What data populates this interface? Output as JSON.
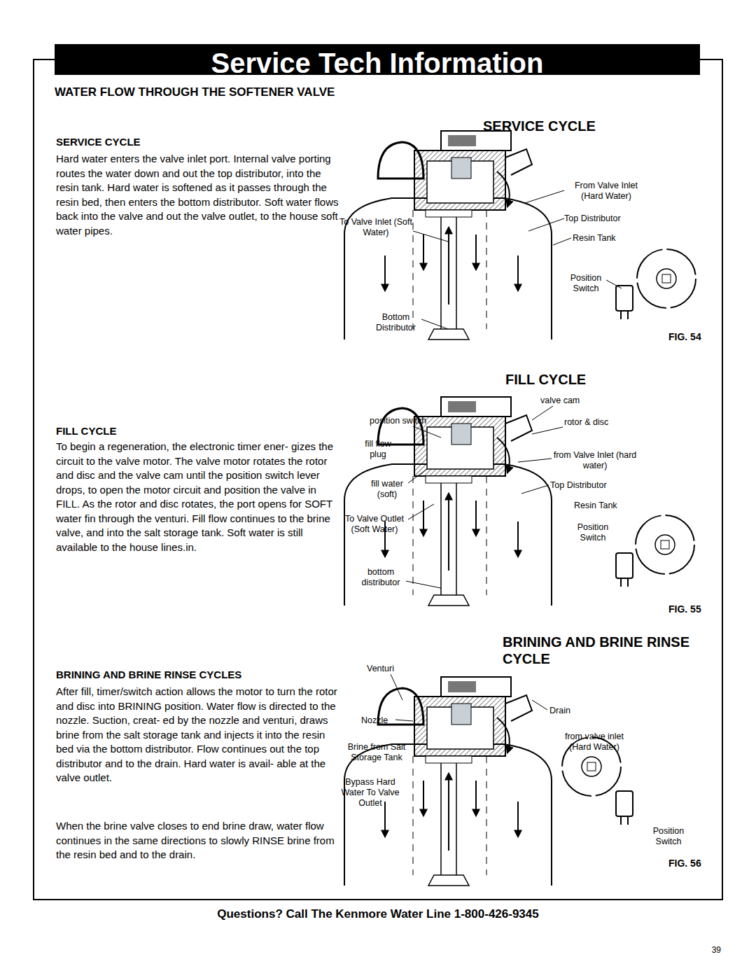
{
  "diagram": {
    "title": "Service Tech Information",
    "labels": [
      "WATER FLOW THROUGH THE SOFTENER VALVE",
      "SERVICE CYCLE",
      "Hard water enters the valve inlet port. Internal valve porting routes the water down and out the top distributor, into the resin tank. Hard water is softened as it passes through the resin bed, then enters the bottom distributor. Soft water flows back into the valve and out the valve outlet, to the house soft water pipes.",
      "SERVICE CYCLE",
      "From Valve Inlet (Hard Water)",
      "To Valve Inlet (Soft Water)",
      "Top Distributor",
      "Resin Tank",
      "Position Switch",
      "Bottom Distributor",
      "FIG. 54",
      "FILL CYCLE",
      "FILL CYCLE",
      "To begin a regeneration, the electronic timer ener- gizes the circuit to the valve motor. The valve motor rotates the rotor and disc and the valve cam until the position switch lever drops, to open the motor circuit and position the valve in FILL. As the rotor and disc rotates, the port opens for SOFT water fin through the venturi. Fill flow continues to the brine valve, and into the salt storage tank. Soft water is still available to the house lines.in.",
      "valve cam",
      "position switch",
      "rotor & disc",
      "fill flow plug",
      "from Valve Inlet (hard water)",
      "fill water (soft)",
      "Top Distributor",
      "To Valve Outlet (Soft Water)",
      "Resin Tank",
      "Position Switch",
      "bottom distributor",
      "FIG. 55",
      "BRINING AND BRINE RINSE CYCLE",
      "BRINING AND BRINE RINSE CYCLES",
      "After fill, timer/switch action allows the motor to turn the rotor and disc into BRINING position. Water flow is directed to the nozzle. Suction, creat- ed by the nozzle and venturi, draws brine from the salt storage tank and injects it into the resin bed via the bottom distributor. Flow continues out the top distributor and to the drain. Hard water is avail- able at the valve outlet.",
      "When the brine valve closes to end brine draw, water flow continues in the same directions to slowly RINSE brine from the resin bed and to the drain.",
      "Venturi",
      "Drain",
      "Nozzle",
      "from valve inlet (Hard Water)",
      "Brine from Salt Storage Tank",
      "Bypass Hard Water To Valve Outlet",
      "Position Switch",
      "FIG. 56",
      "Questions? Call The Kenmore Water Line 1-800-426-9345",
      "39"
    ]
  }
}
